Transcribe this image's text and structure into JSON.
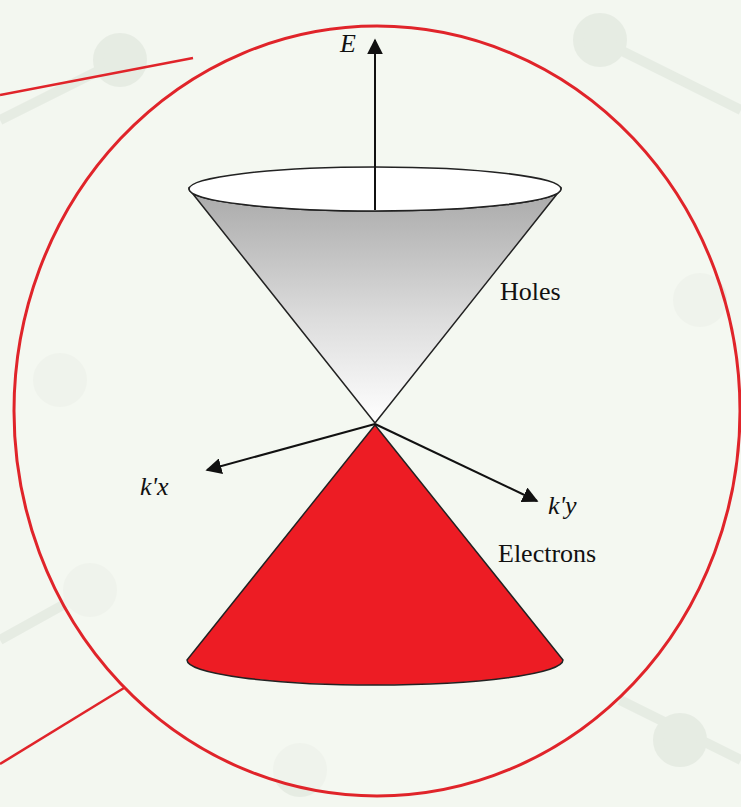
{
  "diagram": {
    "labels": [
      "E",
      "Holes",
      "k'x",
      "k'y",
      "Electrons"
    ]
  }
}
